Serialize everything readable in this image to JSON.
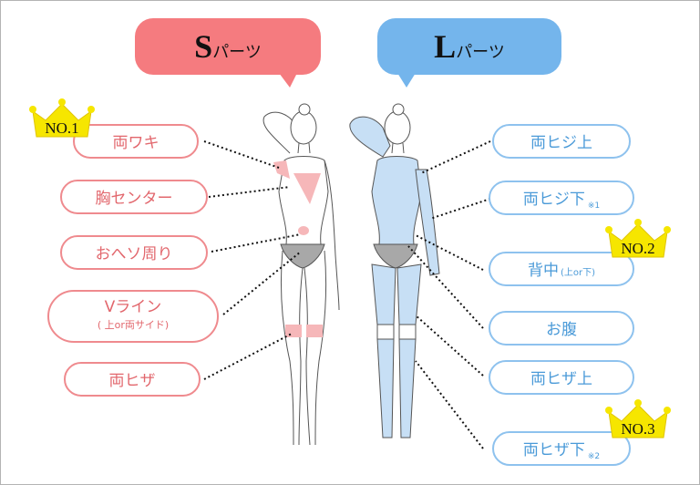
{
  "s_group": {
    "bubble_main": "S",
    "bubble_sub": "パーツ",
    "color": "#f57b7f",
    "items": [
      {
        "label": "両ワキ"
      },
      {
        "label": "胸センター"
      },
      {
        "label": "おへソ周り"
      },
      {
        "label": "Vライン",
        "sub": "( 上or両サイド)"
      },
      {
        "label": "両ヒザ"
      }
    ]
  },
  "l_group": {
    "bubble_main": "L",
    "bubble_sub": "パーツ",
    "color": "#74b5ec",
    "items": [
      {
        "label": "両ヒジ上"
      },
      {
        "label": "両ヒジ下",
        "note": "※1"
      },
      {
        "label": "背中",
        "sub": "(上or下)"
      },
      {
        "label": "お腹"
      },
      {
        "label": "両ヒザ上"
      },
      {
        "label": "両ヒザ下",
        "note": "※2"
      }
    ]
  },
  "rankings": [
    {
      "label": "NO.1",
      "color": "#f6e600"
    },
    {
      "label": "NO.2",
      "color": "#f6e600"
    },
    {
      "label": "NO.3",
      "color": "#f6e600"
    }
  ]
}
